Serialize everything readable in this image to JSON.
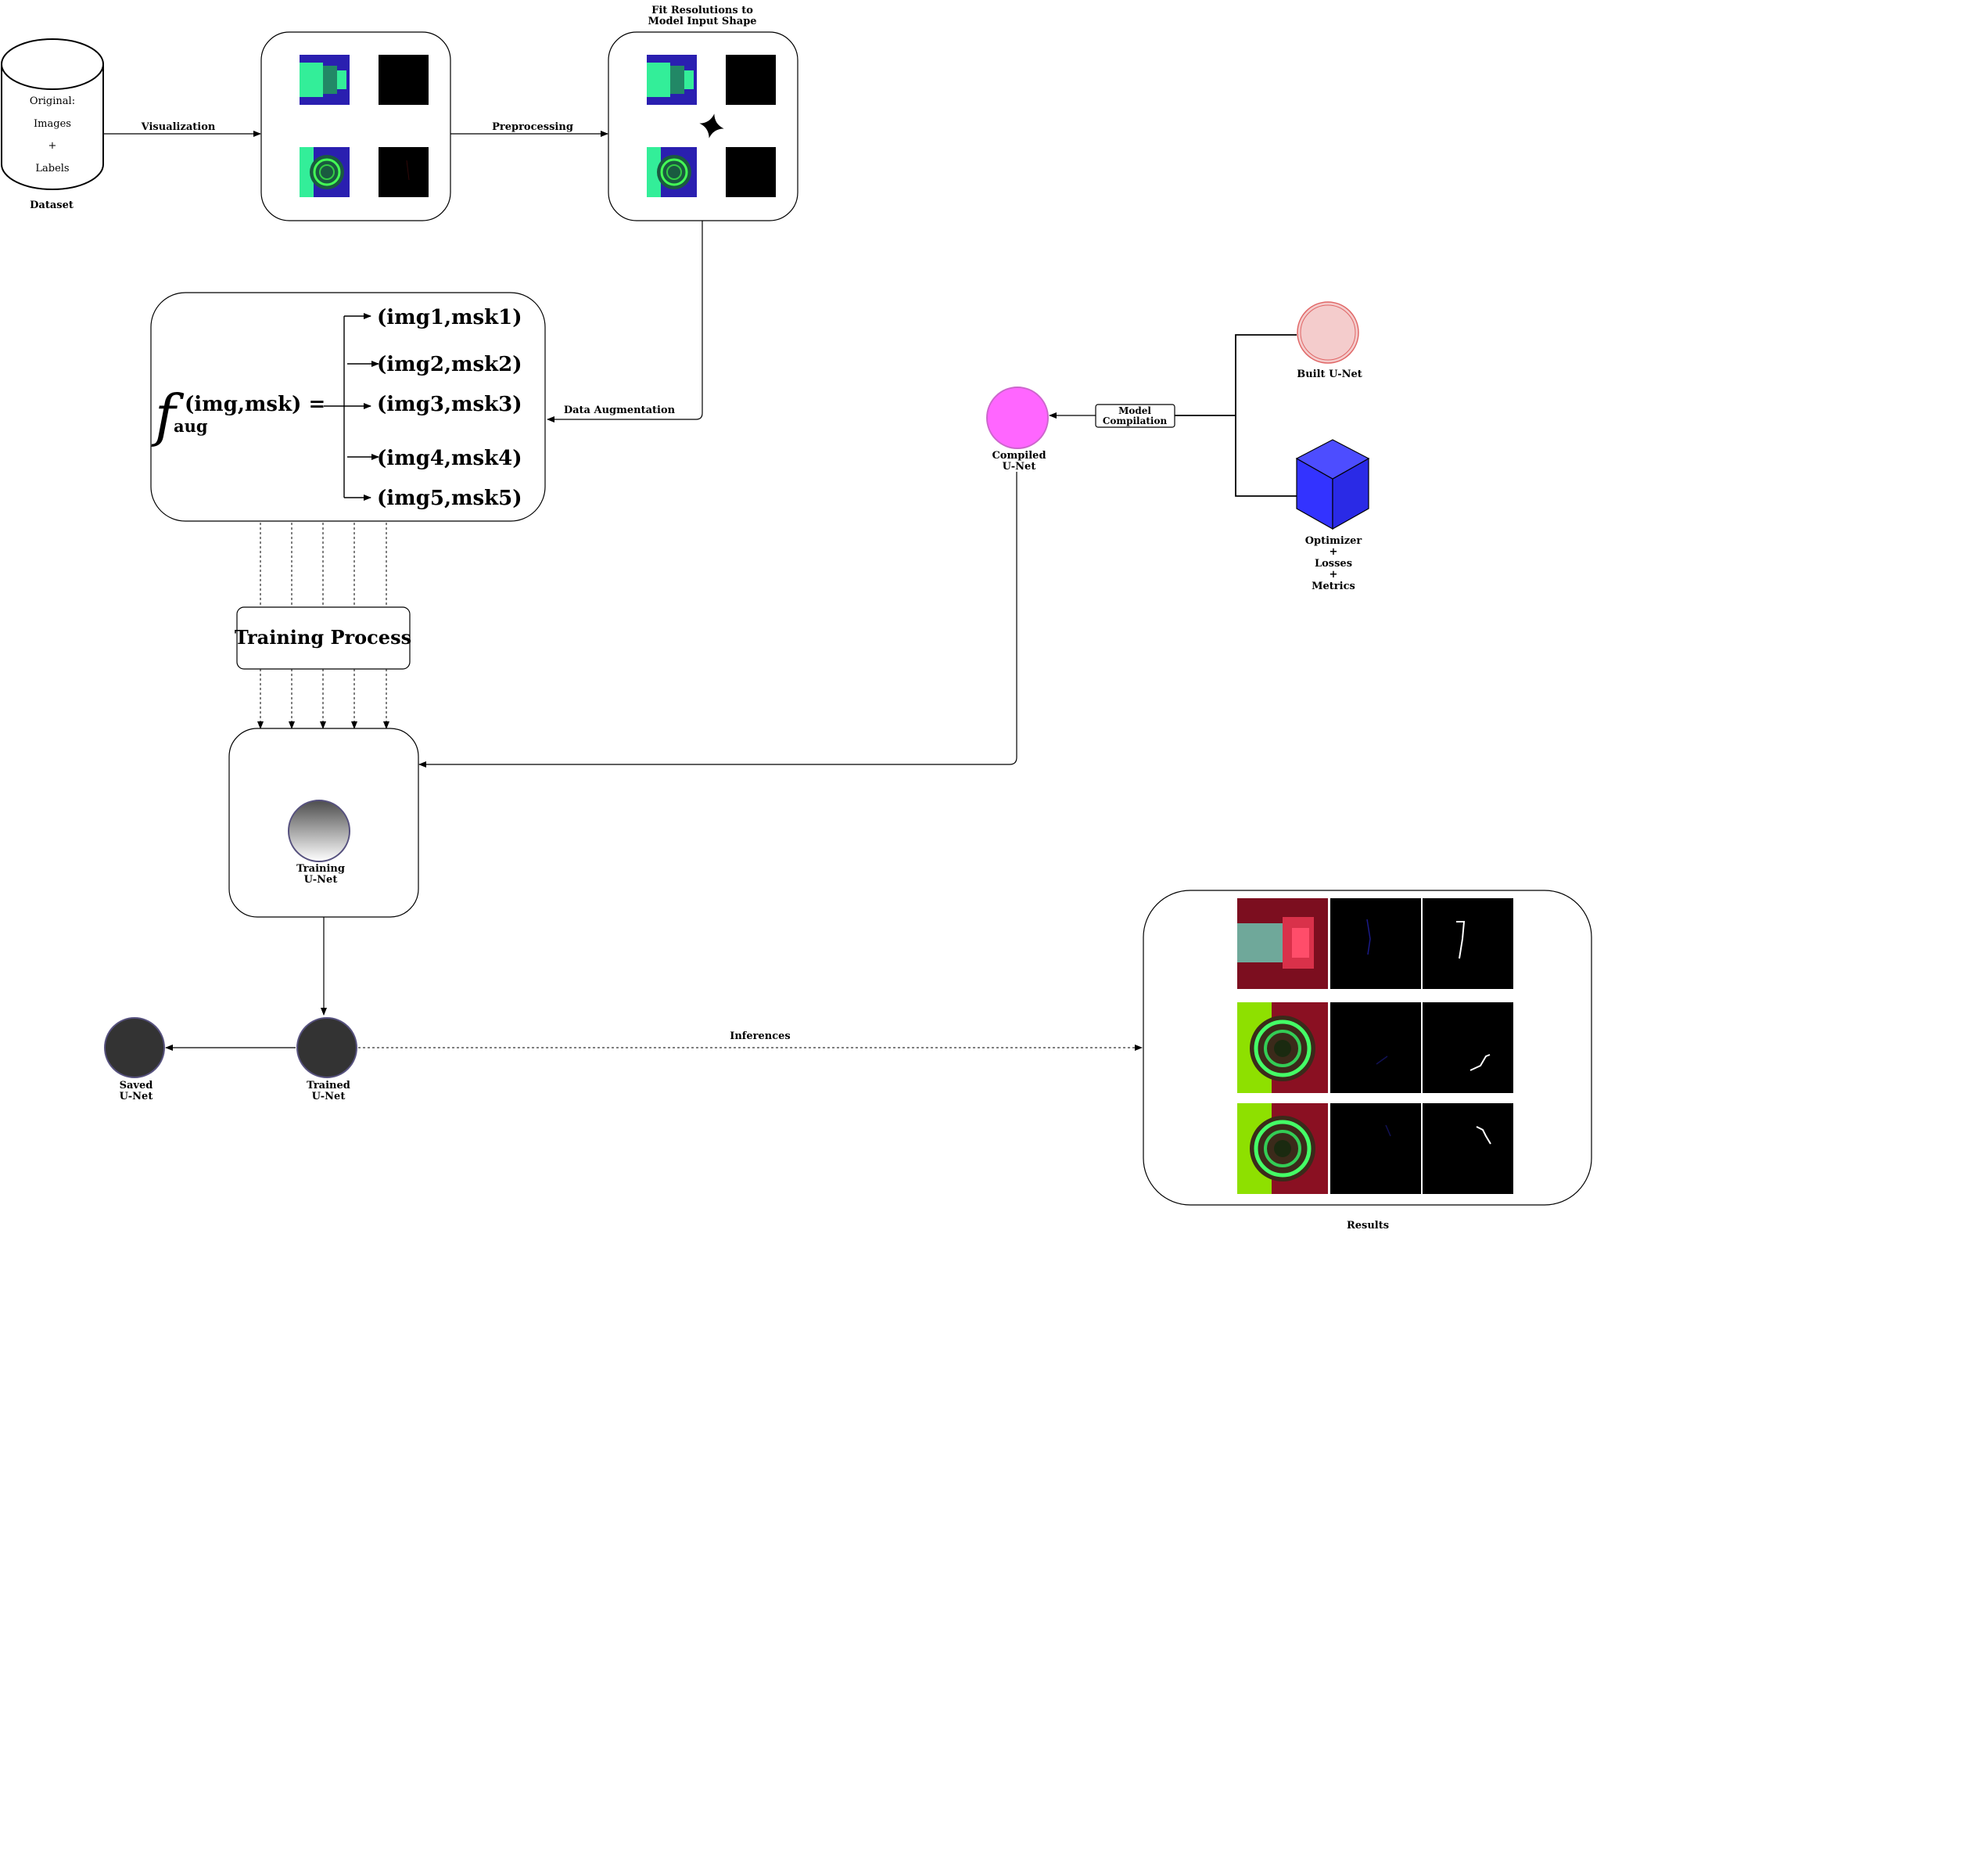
{
  "dataset": {
    "cylinder_lines": [
      "Original:",
      "Images",
      "+",
      "Labels"
    ],
    "caption": "Dataset"
  },
  "edges": {
    "visualization": "Visualization",
    "preprocessing": "Preprocessing",
    "data_augmentation": "Data Augmentation",
    "model_compilation": [
      "Model",
      "Compilation"
    ],
    "inferences": "Inferences"
  },
  "fit_box": {
    "title": [
      "Fit Resolutions to",
      "Model Input Shape"
    ]
  },
  "augmentation": {
    "function_symbol": "f",
    "function_subscript": "aug",
    "input": "(img,msk) =",
    "outputs": [
      "(img1,msk1)",
      "(img2,msk2)",
      "(img3,msk3)",
      "(img4,msk4)",
      "(img5,msk5)"
    ]
  },
  "training_process": {
    "label": "Training Process"
  },
  "nodes": {
    "built_unet": [
      "Built U-Net"
    ],
    "compiled_unet": [
      "Compiled",
      "U-Net"
    ],
    "optimizer": [
      "Optimizer",
      "+",
      "Losses",
      "+",
      "Metrics"
    ],
    "training_unet": [
      "Training",
      "U-Net"
    ],
    "trained_unet": [
      "Trained",
      "U-Net"
    ],
    "saved_unet": [
      "Saved",
      "U-Net"
    ]
  },
  "results": {
    "caption": "Results"
  },
  "colors": {
    "built_unet_fill": "#f4cccc",
    "built_unet_stroke": "#e06666",
    "compiled_unet_fill": "#ff66ff",
    "compiled_unet_stroke": "#cc66cc",
    "cube_front": "#3333ff",
    "cube_top": "#4d4dff",
    "cube_side": "#2222dd",
    "dark_node": "#333333",
    "dark_node_stroke": "#56517e",
    "thumb_green": "#33ee99",
    "thumb_blue": "#2a1fb0",
    "result_red": "#8a1022",
    "result_lime": "#8ee000"
  },
  "icons": {
    "sparkle": "four-point-star-icon",
    "cube": "cube-icon"
  }
}
